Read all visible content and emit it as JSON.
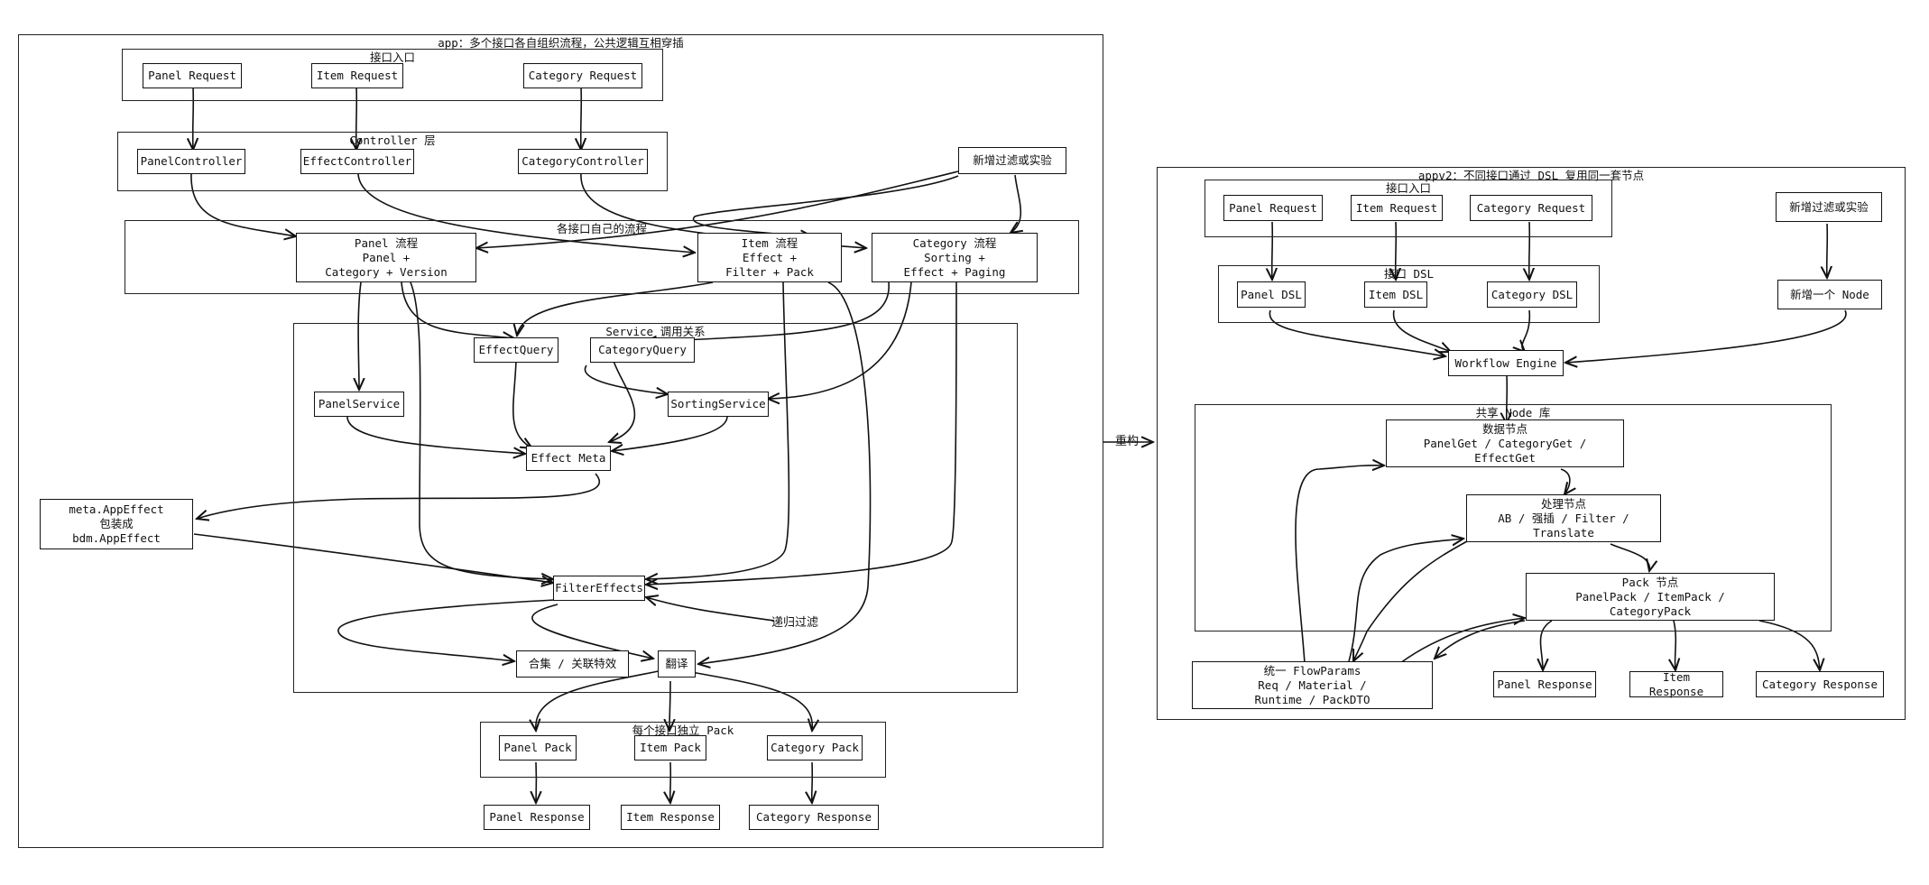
{
  "groups": {
    "app": "app：多个接口各自组织流程，公共逻辑互相穿插",
    "app_entry": "接口入口",
    "controller": "Controller 层",
    "flows": "各接口自己的流程",
    "service": "Service 调用关系",
    "pack": "每个接口独立 Pack",
    "appv2": "appv2：不同接口通过 DSL 复用同一套节点",
    "v2_entry": "接口入口",
    "v2_dsl": "接口 DSL",
    "node_lib": "共享 Node 库"
  },
  "nodes": {
    "panel_request": "Panel Request",
    "item_request": "Item Request",
    "category_request": "Category Request",
    "panel_controller": "PanelController",
    "effect_controller": "EffectController",
    "category_controller": "CategoryController",
    "new_filter": "新增过滤或实验",
    "panel_flow": "Panel 流程\nPanel +\nCategory + Version",
    "item_flow": "Item 流程\nEffect +\nFilter + Pack",
    "category_flow": "Category 流程\nSorting +\nEffect + Paging",
    "effect_query": "EffectQuery",
    "category_query": "CategoryQuery",
    "panel_service": "PanelService",
    "sorting_service": "SortingService",
    "effect_meta": "Effect Meta",
    "meta_wrap": "meta.AppEffect\n包装成\nbdm.AppEffect",
    "filter_effects": "FilterEffects",
    "collection": "合集 / 关联特效",
    "translate": "翻译",
    "panel_pack": "Panel Pack",
    "item_pack": "Item Pack",
    "category_pack": "Category Pack",
    "panel_response": "Panel Response",
    "item_response": "Item Response",
    "category_response": "Category Response",
    "v2_panel_request": "Panel Request",
    "v2_item_request": "Item Request",
    "v2_category_request": "Category Request",
    "v2_new_filter": "新增过滤或实验",
    "panel_dsl": "Panel DSL",
    "item_dsl": "Item DSL",
    "category_dsl": "Category DSL",
    "new_node": "新增一个 Node",
    "workflow_engine": "Workflow Engine",
    "data_nodes": "数据节点\nPanelGet / CategoryGet /\nEffectGet",
    "process_nodes": "处理节点\nAB / 强插 / Filter /\nTranslate",
    "pack_nodes": "Pack 节点\nPanelPack / ItemPack /\nCategoryPack",
    "flow_params": "统一 FlowParams\nReq / Material /\nRuntime / PackDTO",
    "v2_panel_response": "Panel Response",
    "v2_item_response": "Item Response",
    "v2_category_response": "Category Response"
  },
  "labels": {
    "recursive_filter": "递归过滤",
    "refactor": "重构"
  }
}
